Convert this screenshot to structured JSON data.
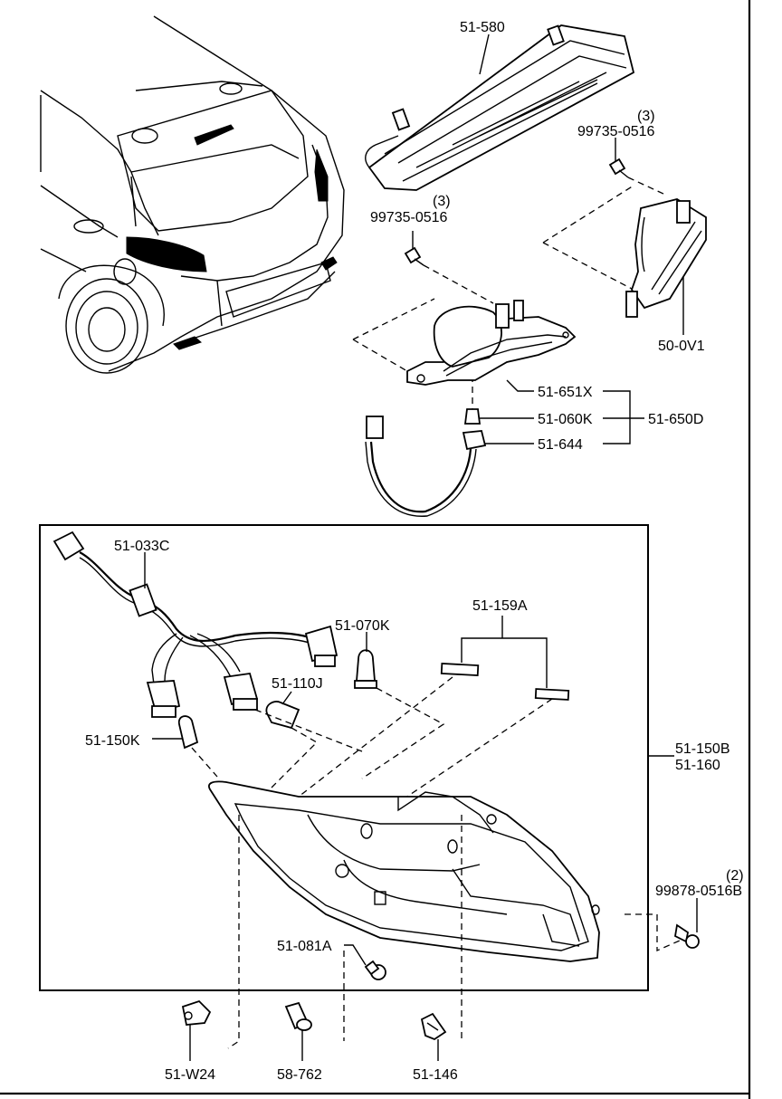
{
  "labels": {
    "p51_580": "51-580",
    "p99735_qty_top": "(3)",
    "p99735_top": "99735-0516",
    "p99735_qty_mid": "(3)",
    "p99735_mid": "99735-0516",
    "p50_0v1": "50-0V1",
    "p51_651x": "51-651X",
    "p51_060k": "51-060K",
    "p51_650d": "51-650D",
    "p51_644": "51-644",
    "p51_033c": "51-033C",
    "p51_070k": "51-070K",
    "p51_159a": "51-159A",
    "p51_110j": "51-110J",
    "p51_150k": "51-150K",
    "p51_150b": "51-150B",
    "p51_160": "51-160",
    "p99878_qty": "(2)",
    "p99878": "99878-0516B",
    "p51_081a": "51-081A",
    "p51_w24": "51-W24",
    "p58_762": "58-762",
    "p51_146": "51-146"
  }
}
